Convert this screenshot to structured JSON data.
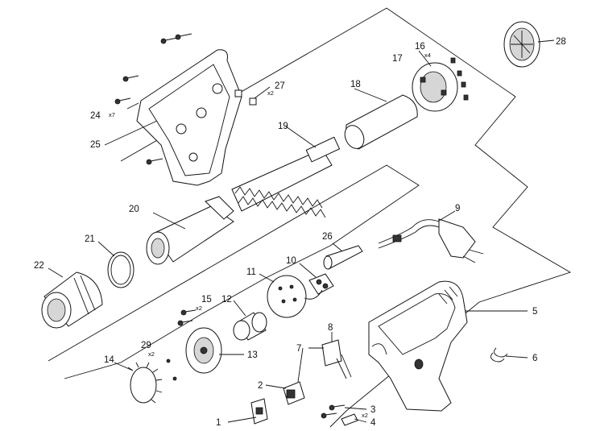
{
  "callouts": [
    {
      "num": "1"
    },
    {
      "num": "2"
    },
    {
      "num": "3",
      "qty": "x2"
    },
    {
      "num": "4"
    },
    {
      "num": "5"
    },
    {
      "num": "6"
    },
    {
      "num": "7"
    },
    {
      "num": "8"
    },
    {
      "num": "9"
    },
    {
      "num": "10"
    },
    {
      "num": "11"
    },
    {
      "num": "12"
    },
    {
      "num": "13"
    },
    {
      "num": "14"
    },
    {
      "num": "15",
      "qty": "x2"
    },
    {
      "num": "16",
      "qty": "x4"
    },
    {
      "num": "17"
    },
    {
      "num": "18"
    },
    {
      "num": "19"
    },
    {
      "num": "20"
    },
    {
      "num": "21"
    },
    {
      "num": "22"
    },
    {
      "num": "24",
      "qty": "x7"
    },
    {
      "num": "25"
    },
    {
      "num": "26"
    },
    {
      "num": "27",
      "qty": "x2"
    },
    {
      "num": "28"
    },
    {
      "num": "29",
      "qty": "x2"
    }
  ],
  "colors": {
    "line": "#111111",
    "background": "#ffffff"
  }
}
